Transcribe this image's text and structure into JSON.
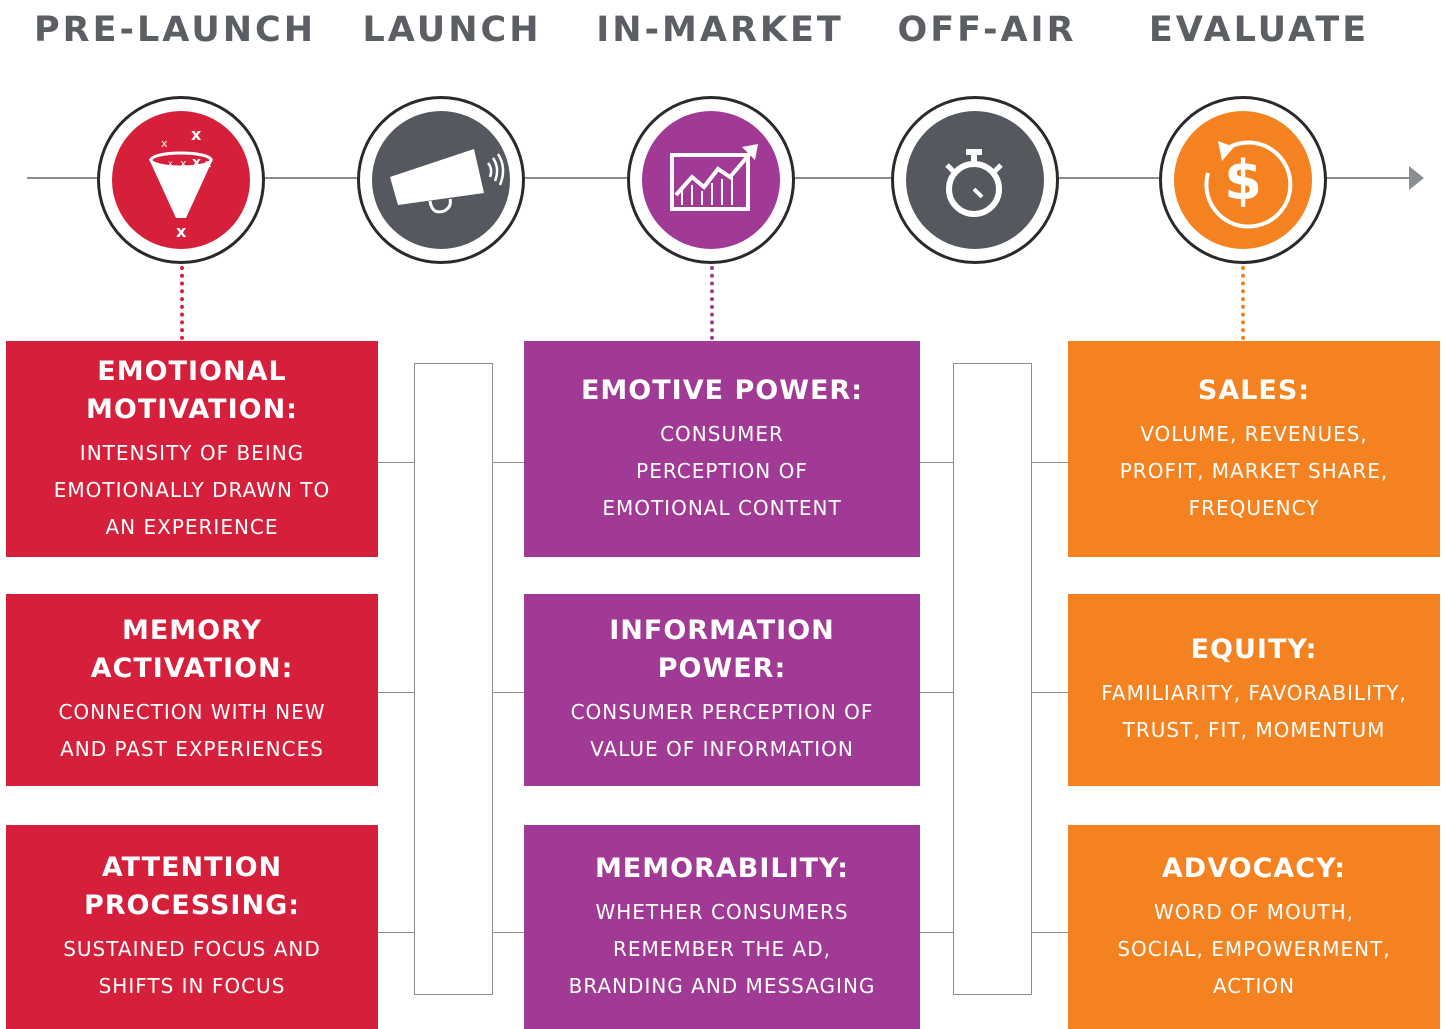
{
  "stages": [
    {
      "label": "PRE-LAUNCH",
      "icon": "funnel-icon",
      "color": "#d61f3b"
    },
    {
      "label": "LAUNCH",
      "icon": "megaphone-icon",
      "color": "#55585e"
    },
    {
      "label": "IN-MARKET",
      "icon": "growth-chart-icon",
      "color": "#a03a94"
    },
    {
      "label": "OFF-AIR",
      "icon": "stopwatch-icon",
      "color": "#55585e"
    },
    {
      "label": "EVALUATE",
      "icon": "dollar-refresh-icon",
      "color": "#f48220"
    }
  ],
  "icon_text": {
    "funnel_marks": [
      "x",
      "x",
      "x",
      "x",
      "x",
      "x"
    ],
    "funnel_bottom_mark": "x",
    "dollar_sign": "$"
  },
  "columns": {
    "pre_launch": [
      {
        "title": "EMOTIONAL\nMOTIVATION:",
        "desc": "INTENSITY OF BEING\nEMOTIONALLY  DRAWN TO\nAN EXPERIENCE"
      },
      {
        "title": "MEMORY\nACTIVATION:",
        "desc": "CONNECTION WITH NEW\nAND PAST EXPERIENCES"
      },
      {
        "title": "ATTENTION\nPROCESSING:",
        "desc": "SUSTAINED FOCUS AND\nSHIFTS IN FOCUS"
      }
    ],
    "in_market": [
      {
        "title": "EMOTIVE POWER:",
        "desc": "CONSUMER\nPERCEPTION OF\nEMOTIONAL CONTENT"
      },
      {
        "title": "INFORMATION\nPOWER:",
        "desc": "CONSUMER PERCEPTION OF\nVALUE OF INFORMATION"
      },
      {
        "title": "MEMORABILITY:",
        "desc": "WHETHER CONSUMERS\nREMEMBER THE AD,\nBRANDING AND MESSAGING"
      }
    ],
    "evaluate": [
      {
        "title": "SALES:",
        "desc": "VOLUME, REVENUES,\nPROFIT, MARKET SHARE,\nFREQUENCY"
      },
      {
        "title": "EQUITY:",
        "desc": "FAMILIARITY, FAVORABILITY,\nTRUST, FIT, MOMENTUM"
      },
      {
        "title": "ADVOCACY:",
        "desc": "WORD OF MOUTH,\nSOCIAL, EMPOWERMENT,\nACTION"
      }
    ]
  },
  "colors": {
    "red": "#d61f3b",
    "purple": "#a03a94",
    "orange": "#f48220",
    "gray": "#55585e",
    "line": "#8a8d91"
  }
}
